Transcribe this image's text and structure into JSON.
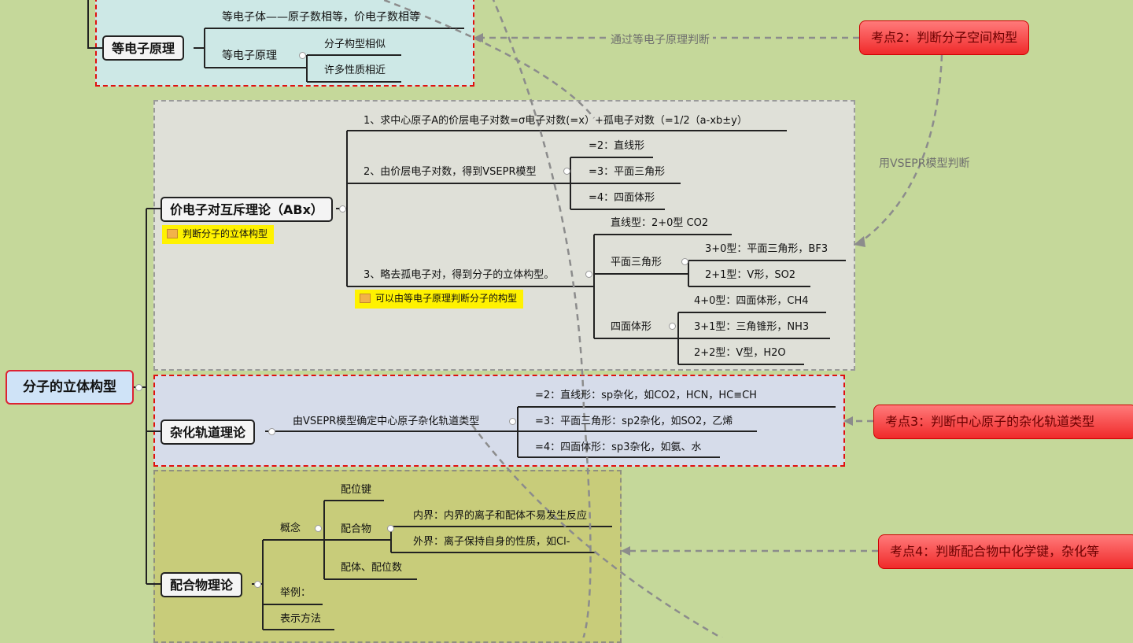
{
  "root": {
    "label": "分子的立体构型"
  },
  "isoelectronic": {
    "topic": "等电子原理",
    "line1": "等电子体——原子数相等，价电子数相等",
    "sub_label": "等电子原理",
    "items": [
      "分子构型相似",
      "许多性质相近"
    ]
  },
  "vsepr": {
    "topic": "价电子对互斥理论（ABx）",
    "note": "判断分子的立体构型",
    "step1": "1、求中心原子A的价层电子对数=σ电子对数(=x）+孤电子对数（=1/2（a-xb±y）",
    "step2": "2、由价层电子对数，得到VSEPR模型",
    "step2_items": [
      "=2：直线形",
      "=3：平面三角形",
      "=4：四面体形"
    ],
    "step3": "3、略去孤电子对，得到分子的立体构型。",
    "step3_note": "可以由等电子原理判断分子的构型",
    "linear": "直线型：2+0型   CO2",
    "planar": "平面三角形",
    "planar_items": [
      "3+0型：平面三角形，BF3",
      "2+1型：V形，SO2"
    ],
    "tetra": "四面体形",
    "tetra_items": [
      "4+0型：四面体形，CH4",
      "3+1型：三角锥形，NH3",
      "2+2型：V型，H2O"
    ]
  },
  "hybrid": {
    "topic": "杂化轨道理论",
    "desc": "由VSEPR模型确定中心原子杂化轨道类型",
    "items": [
      "=2：直线形：sp杂化，如CO2，HCN，HC≡CH",
      "=3：平面三角形：sp2杂化，如SO2，乙烯",
      "=4：四面体形：sp3杂化，如氨、水"
    ]
  },
  "coord": {
    "topic": "配合物理论",
    "concept": "概念",
    "bond": "配位键",
    "complex": "配合物",
    "inner": "内界：内界的离子和配体不易发生反应",
    "outer": "外界：离子保持自身的性质，如Cl-",
    "ligand": "配体、配位数",
    "example": "举例：",
    "repr": "表示方法"
  },
  "callouts": {
    "c2": "考点2：判断分子空间构型",
    "c3": "考点3：判断中心原子的杂化轨道类型",
    "c4": "考点4：判断配合物中化学键，杂化等"
  },
  "annotations": {
    "a1": "通过等电子原理判断",
    "a2": "用VSEPR模型判断"
  },
  "colors": {
    "background": "#c5d89a",
    "callout": "#f02a2a",
    "dashed_border": "#e01010",
    "note": "#fff200"
  }
}
